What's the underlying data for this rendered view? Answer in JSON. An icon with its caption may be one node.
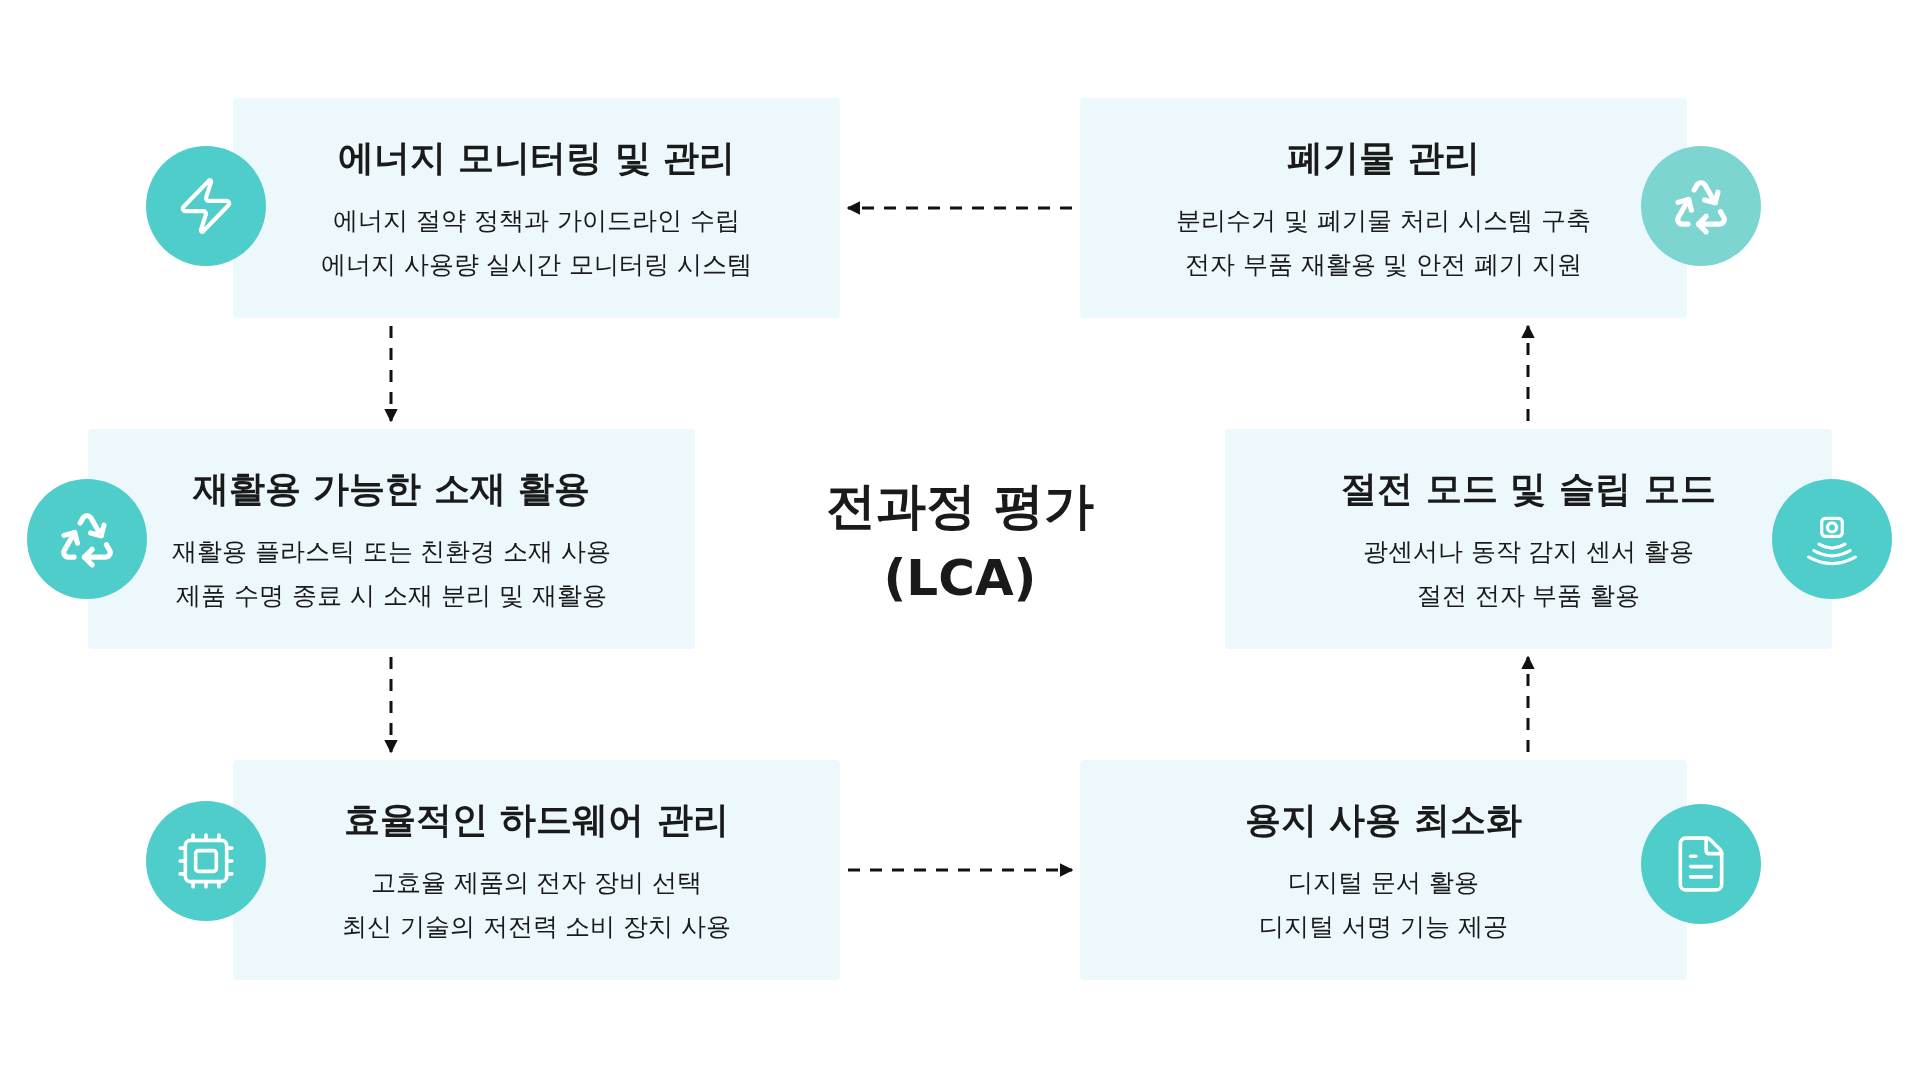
{
  "diagram": {
    "nodes": [
      {
        "text": [
          "에너지 모니터링 및 관리",
          "에너지 절약 정책과 가이드라인 수립",
          "에너지 사용량 실시간 모니터링 시스템"
        ]
      },
      {
        "text": [
          "폐기물 관리",
          "분리수거 및 폐기물 처리 시스템 구축",
          "전자 부품 재활용 및 안전 폐기 지원"
        ]
      },
      {
        "text": [
          "재활용 가능한 소재 활용",
          "재활용 플라스틱 또는 친환경 소재 사용",
          "제품 수명 종료 시 소재 분리 및 재활용"
        ]
      },
      {
        "text": [
          "절전 모드 및 슬립 모드",
          "광센서나 동작 감지 센서 활용",
          "절전 전자 부품 활용"
        ]
      },
      {
        "text": [
          "효율적인 하드웨어 관리",
          "고효율 제품의 전자 장비 선택",
          "최신 기술의 저전력 소비 장치 사용"
        ]
      },
      {
        "text": [
          "용지 사용 최소화",
          "디지털 문서 활용",
          "디지털 서명 기능 제공"
        ]
      }
    ],
    "edges": [
      {
        "from": 1,
        "to": 0,
        "arrow": "to",
        "style": "dashed"
      },
      {
        "from": 0,
        "to": 2,
        "arrow": "to",
        "style": "dashed"
      },
      {
        "from": 2,
        "to": 4,
        "arrow": "to",
        "style": "dashed"
      },
      {
        "from": 4,
        "to": 5,
        "arrow": "to",
        "style": "dashed"
      },
      {
        "from": 5,
        "to": 3,
        "arrow": "to",
        "style": "dashed"
      },
      {
        "from": 3,
        "to": 1,
        "arrow": "to",
        "style": "dashed"
      }
    ],
    "labels": [
      "전과정 평가 (LCA)"
    ]
  }
}
